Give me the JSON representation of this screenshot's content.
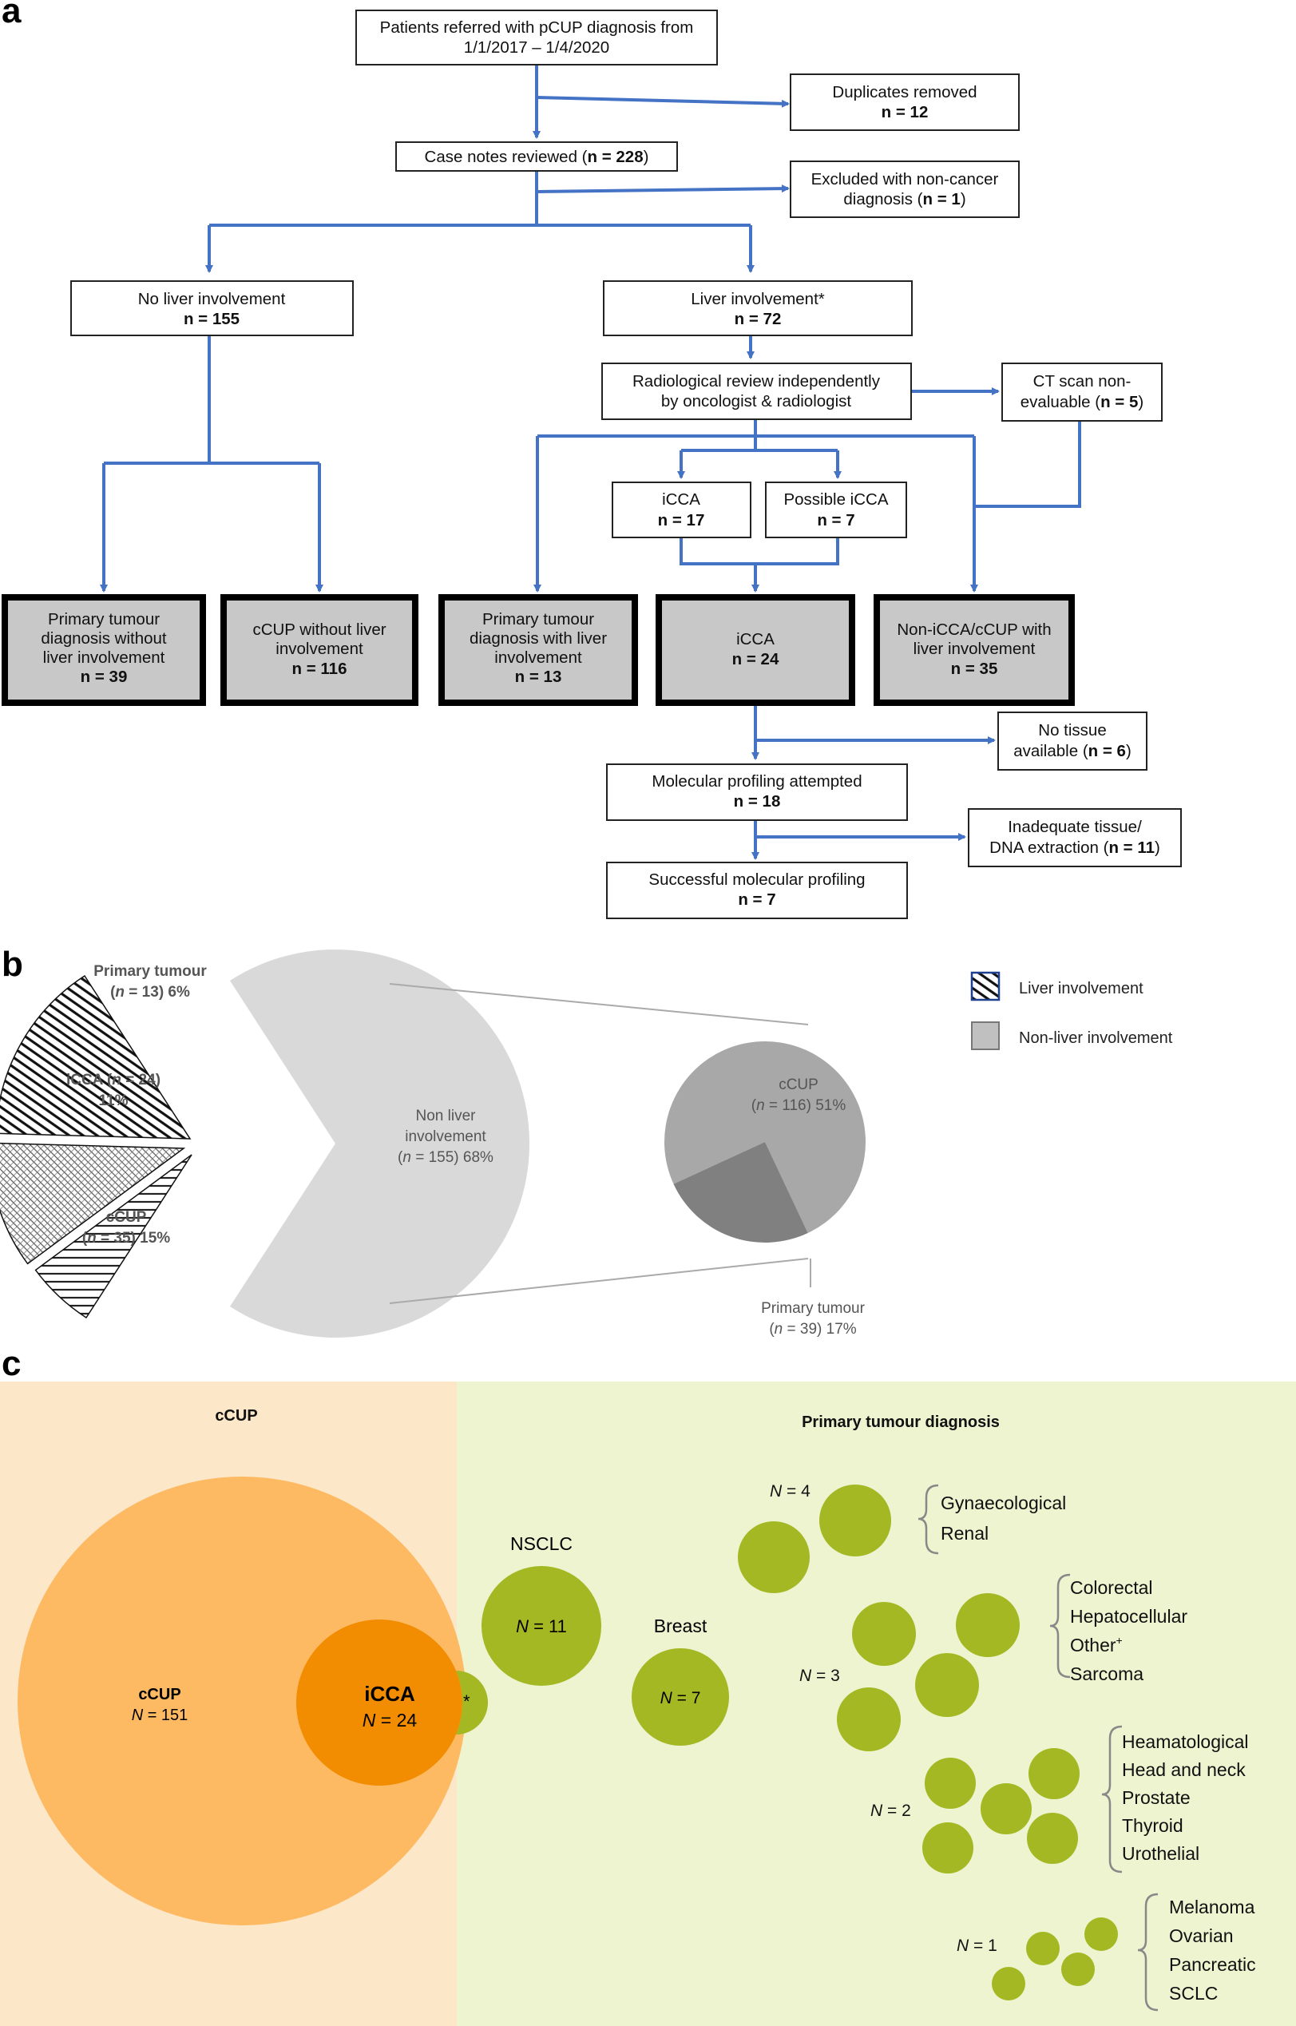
{
  "panels": {
    "a": "a",
    "b": "b",
    "c": "c"
  },
  "flowchart": {
    "referred": {
      "line1": "Patients referred with pCUP diagnosis from",
      "line2": "1/1/2017 – 1/4/2020"
    },
    "duplicates": {
      "label": "Duplicates removed",
      "n": "n = 12"
    },
    "case_notes": {
      "label": "Case notes reviewed",
      "n": "n = 228"
    },
    "excluded": {
      "line1": "Excluded with non-cancer",
      "line2": "diagnosis",
      "n": "n = 1"
    },
    "no_liver": {
      "label": "No liver involvement",
      "n": "n = 155"
    },
    "liver": {
      "label": "Liver involvement*",
      "n": "n = 72"
    },
    "radiological": {
      "line1": "Radiological review independently",
      "line2": "by oncologist & radiologist"
    },
    "ct_non_eval": {
      "line1": "CT scan non-",
      "line2": "evaluable",
      "n": "n = 5"
    },
    "icca_small": {
      "label": "iCCA",
      "n": "n = 17"
    },
    "possible_icca": {
      "label": "Possible iCCA",
      "n": "n = 7"
    },
    "final_primary_no_liver": {
      "line1": "Primary tumour",
      "line2": "diagnosis without",
      "line3": "liver involvement",
      "n": "n = 39"
    },
    "final_cupp_no_liver": {
      "line1": "cCUP without liver",
      "line2": "involvement",
      "n": "n = 116"
    },
    "final_primary_liver": {
      "line1": "Primary tumour",
      "line2": "diagnosis with liver",
      "line3": "involvement",
      "n": "n = 13"
    },
    "final_icca": {
      "label": "iCCA",
      "n": "n = 24"
    },
    "final_non_icca": {
      "line1": "Non-iCCA/cCUP with",
      "line2": "liver involvement",
      "n": "n = 35"
    },
    "no_tissue": {
      "line1": "No tissue",
      "line2": "available",
      "n": "n = 6"
    },
    "molecular_attempted": {
      "label": "Molecular profiling attempted",
      "n": "n = 18"
    },
    "inadequate": {
      "line1": "Inadequate tissue/",
      "line2": "DNA extraction",
      "n": "n = 11"
    },
    "successful": {
      "label": "Successful molecular profiling",
      "n": "n = 7"
    }
  },
  "chart_data": {
    "type": "pie",
    "title": "",
    "legend": {
      "placement": "top-right",
      "items": [
        {
          "label": "Liver involvement",
          "pattern": "hatched"
        },
        {
          "label": "Non-liver involvement",
          "color": "#c0c0c0"
        }
      ]
    },
    "main_pie": {
      "slices": [
        {
          "name": "Primary tumour",
          "n": 13,
          "percent": 6,
          "group": "Liver involvement"
        },
        {
          "name": "iCCA",
          "n": 24,
          "percent": 11,
          "group": "Liver involvement"
        },
        {
          "name": "cCUP",
          "n": 35,
          "percent": 15,
          "group": "Liver involvement"
        },
        {
          "name": "Non liver involvement",
          "n": 155,
          "percent": 68,
          "group": "Non-liver involvement"
        }
      ]
    },
    "breakout_pie": {
      "of": "Non liver involvement",
      "slices": [
        {
          "name": "cCUP",
          "n": 116,
          "percent": 51
        },
        {
          "name": "Primary tumour",
          "n": 39,
          "percent": 17
        }
      ]
    },
    "labels": {
      "primary": {
        "line1": "Primary tumour",
        "n": "n",
        "rest": " = 13) 6%"
      },
      "icca": {
        "line1": "iCCA (",
        "n": "n",
        "rest": " = 24)",
        "line2": "11%"
      },
      "ccup": {
        "line1": "cCUP",
        "n": "n",
        "rest": " = 35) 15%"
      },
      "non_liver": {
        "line1": "Non liver",
        "line2": "involvement",
        "n": "n",
        "rest": " = 155) 68%"
      },
      "breakout_ccup": {
        "line1": "cCUP",
        "n": "n",
        "rest": " = 116) 51%"
      },
      "breakout_primary": {
        "line1": "Primary tumour",
        "n": "n",
        "rest": " = 39) 17%"
      }
    }
  },
  "venn": {
    "ccup_heading": "cCUP",
    "primary_heading": "Primary tumour diagnosis",
    "ccup_circle": {
      "label": "cCUP",
      "n_letter": "N",
      "n_value": " = 151"
    },
    "icca_circle": {
      "label": "iCCA",
      "n_letter": "N",
      "n_value": " = 24"
    },
    "asterisk": "*",
    "nsclc": {
      "label": "NSCLC",
      "n_letter": "N",
      "n_value": " = 11"
    },
    "breast": {
      "label": "Breast",
      "n_letter": "N",
      "n_value": " = 7"
    },
    "groups": [
      {
        "n_letter": "N",
        "n_value": " = 4",
        "circles": 2,
        "items": [
          "Gynaecological",
          "Renal"
        ]
      },
      {
        "n_letter": "N",
        "n_value": " = 3",
        "circles": 4,
        "items": [
          "Colorectal",
          "Hepatocellular",
          "Other",
          "Sarcoma"
        ],
        "other_superscript": "+"
      },
      {
        "n_letter": "N",
        "n_value": " = 2",
        "circles": 5,
        "items": [
          "Heamatological",
          "Head and neck",
          "Prostate",
          "Thyroid",
          "Urothelial"
        ]
      },
      {
        "n_letter": "N",
        "n_value": " = 1",
        "circles": 4,
        "items": [
          "Melanoma",
          "Ovarian",
          "Pancreatic",
          "SCLC"
        ]
      }
    ],
    "colors": {
      "ccup_bg": "#fde7c9",
      "primary_bg": "#eef3d0",
      "ccup_circle": "#fdba63",
      "icca_circle": "#f28c00",
      "primary_circle": "#a3b822"
    }
  }
}
